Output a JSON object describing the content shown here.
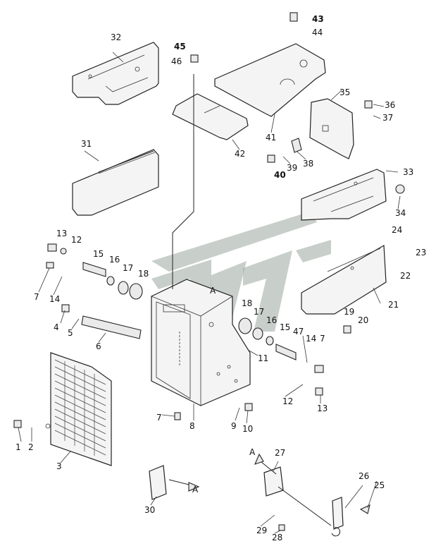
{
  "callouts": [
    {
      "id": "c1",
      "text": "1"
    },
    {
      "id": "c2",
      "text": "2"
    },
    {
      "id": "c3",
      "text": "3"
    },
    {
      "id": "c4",
      "text": "4"
    },
    {
      "id": "c5",
      "text": "5"
    },
    {
      "id": "c6",
      "text": "6"
    },
    {
      "id": "c7a",
      "text": "7"
    },
    {
      "id": "c7b",
      "text": "7"
    },
    {
      "id": "c7c",
      "text": "7"
    },
    {
      "id": "c8",
      "text": "8"
    },
    {
      "id": "c9",
      "text": "9"
    },
    {
      "id": "c10",
      "text": "10"
    },
    {
      "id": "c11",
      "text": "11"
    },
    {
      "id": "c12a",
      "text": "12"
    },
    {
      "id": "c12b",
      "text": "12"
    },
    {
      "id": "c13a",
      "text": "13"
    },
    {
      "id": "c13b",
      "text": "13"
    },
    {
      "id": "c14a",
      "text": "14"
    },
    {
      "id": "c14b",
      "text": "14"
    },
    {
      "id": "c15a",
      "text": "15"
    },
    {
      "id": "c15b",
      "text": "15"
    },
    {
      "id": "c16a",
      "text": "16"
    },
    {
      "id": "c16b",
      "text": "16"
    },
    {
      "id": "c17a",
      "text": "17"
    },
    {
      "id": "c17b",
      "text": "17"
    },
    {
      "id": "c18a",
      "text": "18"
    },
    {
      "id": "c18b",
      "text": "18"
    },
    {
      "id": "c19",
      "text": "19"
    },
    {
      "id": "c20",
      "text": "20"
    },
    {
      "id": "c21",
      "text": "21"
    },
    {
      "id": "c22",
      "text": "22"
    },
    {
      "id": "c23",
      "text": "23"
    },
    {
      "id": "c24",
      "text": "24"
    },
    {
      "id": "c25",
      "text": "25"
    },
    {
      "id": "c26",
      "text": "26"
    },
    {
      "id": "c27",
      "text": "27"
    },
    {
      "id": "c28",
      "text": "28"
    },
    {
      "id": "c29",
      "text": "29"
    },
    {
      "id": "c30",
      "text": "30"
    },
    {
      "id": "c31",
      "text": "31"
    },
    {
      "id": "c32",
      "text": "32"
    },
    {
      "id": "c33",
      "text": "33"
    },
    {
      "id": "c34",
      "text": "34"
    },
    {
      "id": "c35",
      "text": "35"
    },
    {
      "id": "c36",
      "text": "36"
    },
    {
      "id": "c37",
      "text": "37"
    },
    {
      "id": "c38",
      "text": "38"
    },
    {
      "id": "c39",
      "text": "39"
    },
    {
      "id": "c40",
      "text": "40"
    },
    {
      "id": "c41",
      "text": "41"
    },
    {
      "id": "c42",
      "text": "42"
    },
    {
      "id": "c43",
      "text": "43"
    },
    {
      "id": "c44",
      "text": "44"
    },
    {
      "id": "c45",
      "text": "45"
    },
    {
      "id": "c46",
      "text": "46"
    },
    {
      "id": "c47",
      "text": "47"
    }
  ],
  "view_markers": {
    "a1": "A",
    "a2": "A",
    "a3": "A"
  },
  "colors": {
    "line": "#222222",
    "watermark": "#9aa79f",
    "background": "#ffffff"
  }
}
